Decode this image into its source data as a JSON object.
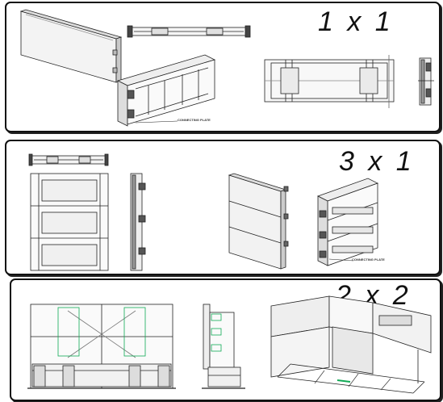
{
  "panels": [
    {
      "title": "1 x 1",
      "annotation": "CONNECTING PLATE"
    },
    {
      "title": "3 x 1",
      "annotation": "CONNECTING PLATE"
    },
    {
      "title": "2 x 2"
    }
  ]
}
